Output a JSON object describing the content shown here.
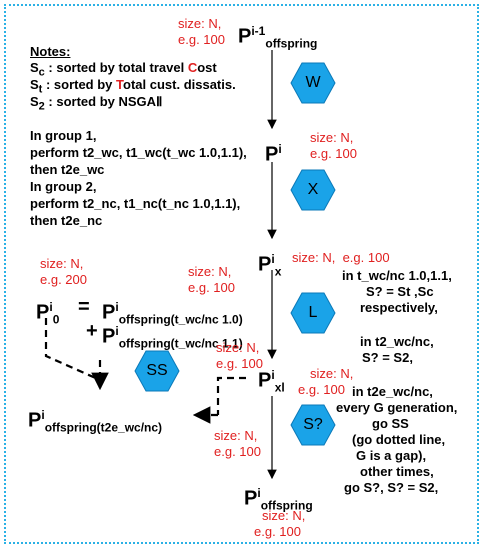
{
  "notes": {
    "title": "Notes:",
    "sc_label": "S",
    "sc_sub": "c",
    "sc_text_a": " :  sorted by   total travel ",
    "sc_c1": "C",
    "sc_text_b": "ost",
    "st_label": "S",
    "st_sub": "t",
    "st_text_a": " :  sorted by   ",
    "st_t1": "T",
    "st_text_b": "otal cust. dissatis.",
    "s2_label": "S",
    "s2_sub": "2",
    "s2_text": " :  sorted by   NSGAⅡ"
  },
  "nodes": {
    "p_prev": {
      "base": "P",
      "sup": "i-1",
      "sub": "offspring",
      "size": "size: N,",
      "eg": "e.g. 100"
    },
    "p_i": {
      "base": "P",
      "sup": "i",
      "size": "size: N,",
      "eg": "e.g. 100"
    },
    "p_ix": {
      "base": "P",
      "sup": "i",
      "sub": "x",
      "size": "size: N,",
      "eg": "e.g. 100"
    },
    "p_ixl": {
      "base": "P",
      "sup": "i",
      "sub": "xl",
      "size": "size: N,",
      "eg": "e.g. 100"
    },
    "p_off": {
      "base": "P",
      "sup": "i",
      "sub": "offspring",
      "size": "size: N,",
      "eg": "e.g. 100"
    },
    "p_i0": {
      "base": "P",
      "sup": "i",
      "sub": "0",
      "size": "size: N,",
      "eg": "e.g. 200"
    },
    "p_off_tnc": {
      "base": "P",
      "sup": "i",
      "sub": "offspring(t_wc/nc 1.0)",
      "size": "size: N,",
      "eg": "e.g. 100"
    },
    "p_off_tnc11": {
      "base": "P",
      "sup": "i",
      "sub": "offspring(t_wc/nc 1.1)",
      "size": "size: N,",
      "eg": "e.g. 100"
    },
    "p_off_t2e": {
      "base": "P",
      "sup": "i",
      "sub": "offspring(t2e_wc/nc)",
      "size": "size: N,",
      "eg": "e.g. 100"
    }
  },
  "equals": "=",
  "plus": "+",
  "hexagons": {
    "w": "W",
    "x": "X",
    "l": "L",
    "s": "S?",
    "ss": "SS"
  },
  "hex_color": "#1aa3e8",
  "group_text": [
    "In group 1,",
    "perform t2_wc,  t1_wc(t_wc 1.0,1.1),",
    "then t2e_wc",
    "In group 2,",
    "perform t2_nc,  t1_nc(t_nc 1.0,1.1),",
    "then t2e_nc"
  ],
  "l_notes": [
    "in t_wc/nc 1.0,1.1,",
    "S? = St ,Sc",
    "respectively,",
    "",
    "in t2_wc/nc,",
    "S? = S2,",
    "",
    "in t2e_wc/nc,",
    "every G generation,",
    "go SS",
    "(go dotted line,",
    "G is a gap),",
    "other times,",
    "go S?,  S? = S2,"
  ]
}
